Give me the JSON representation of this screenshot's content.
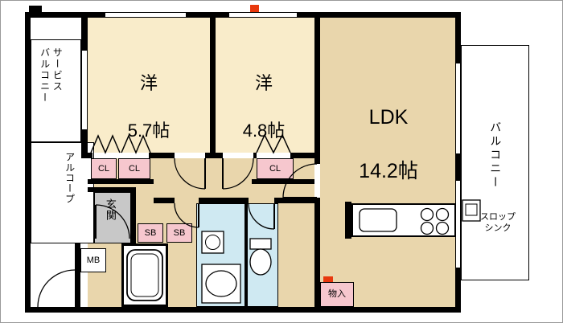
{
  "colors": {
    "wall": "#000000",
    "western_room": "#f9ecca",
    "ldk_floor": "#e9d6ac",
    "hallway": "#e9d6ac",
    "closet_pink": "#f6c7ce",
    "genkan_gray": "#c8c8c8",
    "wet_area_blue": "#cfe9f2",
    "mark_red": "#e8380d"
  },
  "rooms": {
    "room1": {
      "name": "洋",
      "size": "5.7帖"
    },
    "room2": {
      "name": "洋",
      "size": "4.8帖"
    },
    "ldk": {
      "name": "LDK",
      "size": "14.2帖"
    }
  },
  "areas": {
    "service_balcony": "サービス\nバルコニー",
    "balcony": "バルコニー",
    "alcove": "アルコープ",
    "genkan": "玄関",
    "storage": "物入",
    "slop_sink": "スロップ\nシンク"
  },
  "boxes": {
    "closet": "CL",
    "shoe_box": "SB",
    "meter_box": "MB"
  }
}
